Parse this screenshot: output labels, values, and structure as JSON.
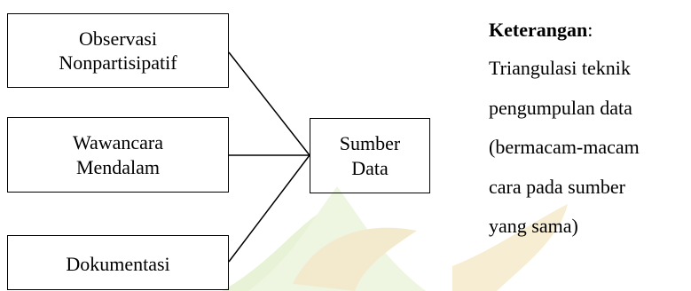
{
  "diagram": {
    "sources": [
      {
        "line1": "Observasi",
        "line2": "Nonpartisipatif"
      },
      {
        "line1": "Wawancara",
        "line2": "Mendalam"
      },
      {
        "line1": "Dokumentasi"
      }
    ],
    "target": {
      "line1": "Sumber",
      "line2": "Data"
    }
  },
  "notes": {
    "title": "Keterangan",
    "colon": ":",
    "lines": [
      "Triangulasi teknik",
      "pengumpulan data",
      "(bermacam-macam",
      "cara pada sumber",
      "yang sama)"
    ]
  },
  "colors": {
    "watermark": "#e8f2d6",
    "watermark_accent": "#f6edd2"
  }
}
